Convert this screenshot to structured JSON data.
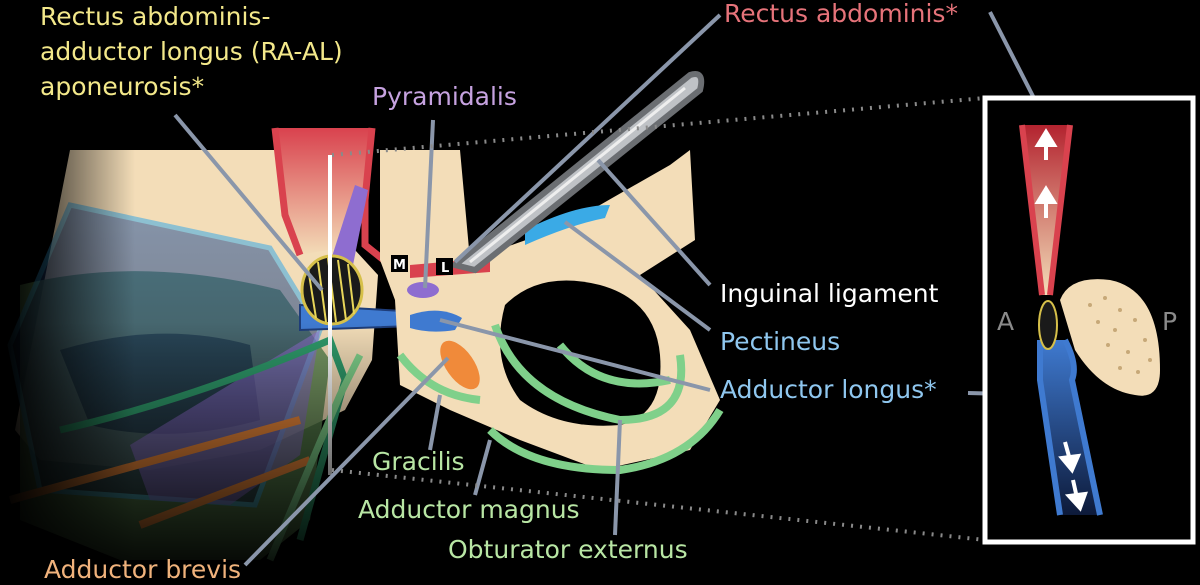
{
  "labels": {
    "ra_al_line1": "Rectus abdominis-",
    "ra_al_line2": "adductor longus (RA-AL)",
    "ra_al_line3": "aponeurosis*",
    "pyramidalis": "Pyramidalis",
    "rectus_abdominis": "Rectus abdominis*",
    "inguinal_ligament": "Inguinal ligament",
    "pectineus": "Pectineus",
    "adductor_longus": "Adductor longus*",
    "gracilis": "Gracilis",
    "adductor_magnus": "Adductor magnus",
    "obturator_externus": "Obturator externus",
    "adductor_brevis": "Adductor brevis"
  },
  "markers": {
    "medial": "M",
    "lateral": "L"
  },
  "inset": {
    "anterior": "A",
    "posterior": "P"
  },
  "colors": {
    "background": "#000000",
    "bone": "#f3ddb8",
    "yellow_label": "#f3e88a",
    "pink_label": "#e6737a",
    "purple_label": "#c6a2e0",
    "white_label": "#ffffff",
    "blue_label": "#8fc7ef",
    "green_label": "#b8e6a4",
    "orange_label": "#f0b27c",
    "rectus_red": "#d9424e",
    "adductor_blue": "#3f7ad0",
    "pectineus_blue": "#3aaae6",
    "gracilis_green": "#7fd08a",
    "brevis_orange": "#f08a3a",
    "pyramidalis_purple": "#8e6dd0",
    "leader_gray": "#8a96aa"
  }
}
